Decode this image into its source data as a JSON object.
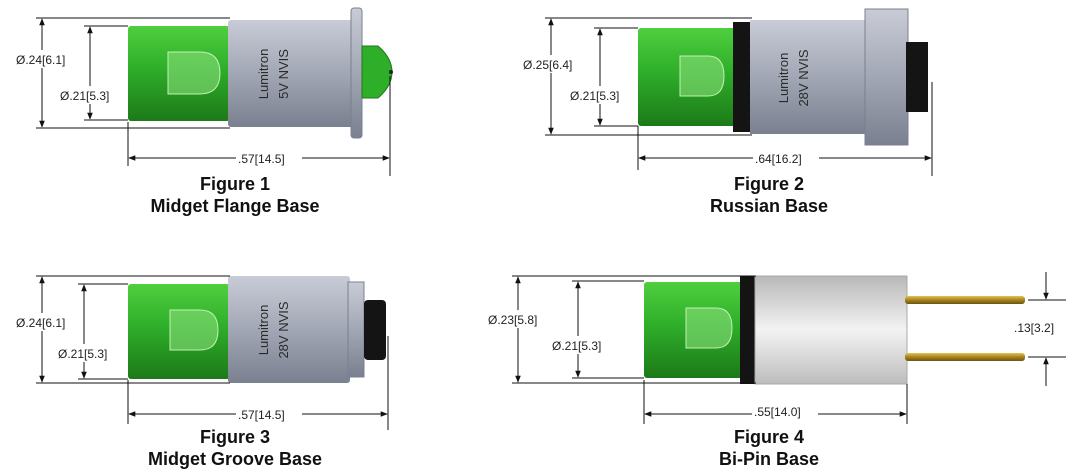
{
  "figures": [
    {
      "number": "Figure 1",
      "name": "Midget Flange Base",
      "brand": "Lumitron",
      "model": "5V NVIS",
      "dia_outer": "Ø.24[6.1]",
      "dia_inner": "Ø.21[5.3]",
      "length": ".57[14.5]"
    },
    {
      "number": "Figure 2",
      "name": "Russian Base",
      "brand": "Lumitron",
      "model": "28V NVIS",
      "dia_outer": "Ø.25[6.4]",
      "dia_inner": "Ø.21[5.3]",
      "length": ".64[16.2]"
    },
    {
      "number": "Figure 3",
      "name": "Midget Groove Base",
      "brand": "Lumitron",
      "model": "28V NVIS",
      "dia_outer": "Ø.24[6.1]",
      "dia_inner": "Ø.21[5.3]",
      "length": ".57[14.5]"
    },
    {
      "number": "Figure 4",
      "name": "Bi-Pin Base",
      "dia_outer": "Ø.23[5.8]",
      "dia_inner": "Ø.21[5.3]",
      "length": ".55[14.0]",
      "pin_spacing": ".13[3.2]"
    }
  ],
  "colors": {
    "lens_green": "#2fae2a",
    "lens_dark": "#1c7a18",
    "body_gray": "#9a9fae",
    "ring_black": "#141414"
  }
}
